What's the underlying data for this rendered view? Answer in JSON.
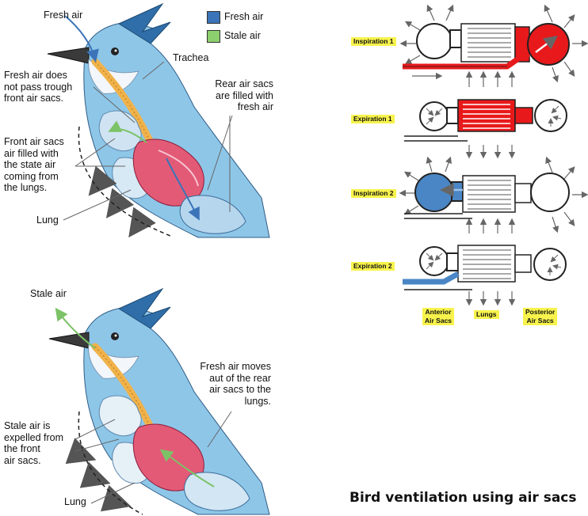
{
  "legend": {
    "fresh_label": "Fresh air",
    "stale_label": "Stale air",
    "fresh_color": "#3b74b8",
    "stale_color": "#8ccf6e"
  },
  "top_bird": {
    "fresh_air": "Fresh air",
    "trachea": "Trachea",
    "fresh_no_front_1": "Fresh air does",
    "fresh_no_front_2": "not pass trough",
    "fresh_no_front_3": "front air sacs.",
    "rear_filled_1": "Rear air sacs",
    "rear_filled_2": "are filled with",
    "rear_filled_3": "fresh air",
    "front_filled_1": "Front air sacs",
    "front_filled_2": "air filled with",
    "front_filled_3": "the state air",
    "front_filled_4": "coming from",
    "front_filled_5": "the lungs.",
    "lung": "Lung"
  },
  "bottom_bird": {
    "stale_air": "Stale air",
    "fresh_moves_1": "Fresh air moves",
    "fresh_moves_2": "aut of the rear",
    "fresh_moves_3": "air sacs to the",
    "fresh_moves_4": "lungs.",
    "stale_expelled_1": "Stale air is",
    "stale_expelled_2": "expelled from",
    "stale_expelled_3": "the front",
    "stale_expelled_4": "air sacs.",
    "lung": "Lung"
  },
  "stages": [
    {
      "label": "Inspiration 1"
    },
    {
      "label": "Expiration 1"
    },
    {
      "label": "Inspiration 2"
    },
    {
      "label": "Expiration 2"
    }
  ],
  "bottom_labels": {
    "anterior_1": "Anterior",
    "anterior_2": "Air Sacs",
    "lungs": "Lungs",
    "posterior_1": "Posterior",
    "posterior_2": "Air Sacs"
  },
  "title": "Bird ventilation using air sacs",
  "colors": {
    "red": "#e8191b",
    "blue": "#4a86c5",
    "yellow_tag": "#f7f34c",
    "bird_blue": "#8ec6e8",
    "trachea": "#f0b24a",
    "lung_pink": "#e35a77"
  }
}
